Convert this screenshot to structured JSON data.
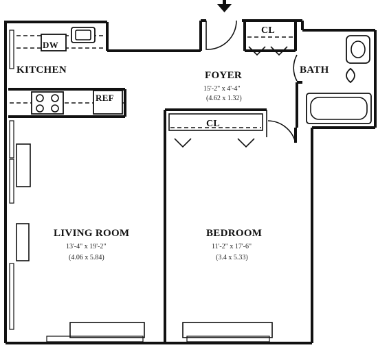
{
  "rooms": {
    "kitchen": {
      "name": "KITCHEN"
    },
    "foyer": {
      "name": "FOYER",
      "dim_ft": "15'-2\" x 4'-4\"",
      "dim_m": "(4.62 x 1.32)"
    },
    "bath": {
      "name": "BATH"
    },
    "living": {
      "name": "LIVING ROOM",
      "dim_ft": "13'-4\" x 19'-2\"",
      "dim_m": "(4.06 x 5.84)"
    },
    "bedroom": {
      "name": "BEDROOM",
      "dim_ft": "11'-2\" x 17'-6\"",
      "dim_m": "(3.4 x 5.33)"
    }
  },
  "fixtures": {
    "dishwasher": "DW",
    "refrigerator": "REF",
    "foyer_closet": "CL",
    "bedroom_closet": "CL"
  },
  "entry_arrow_icon": "arrow-down-icon"
}
